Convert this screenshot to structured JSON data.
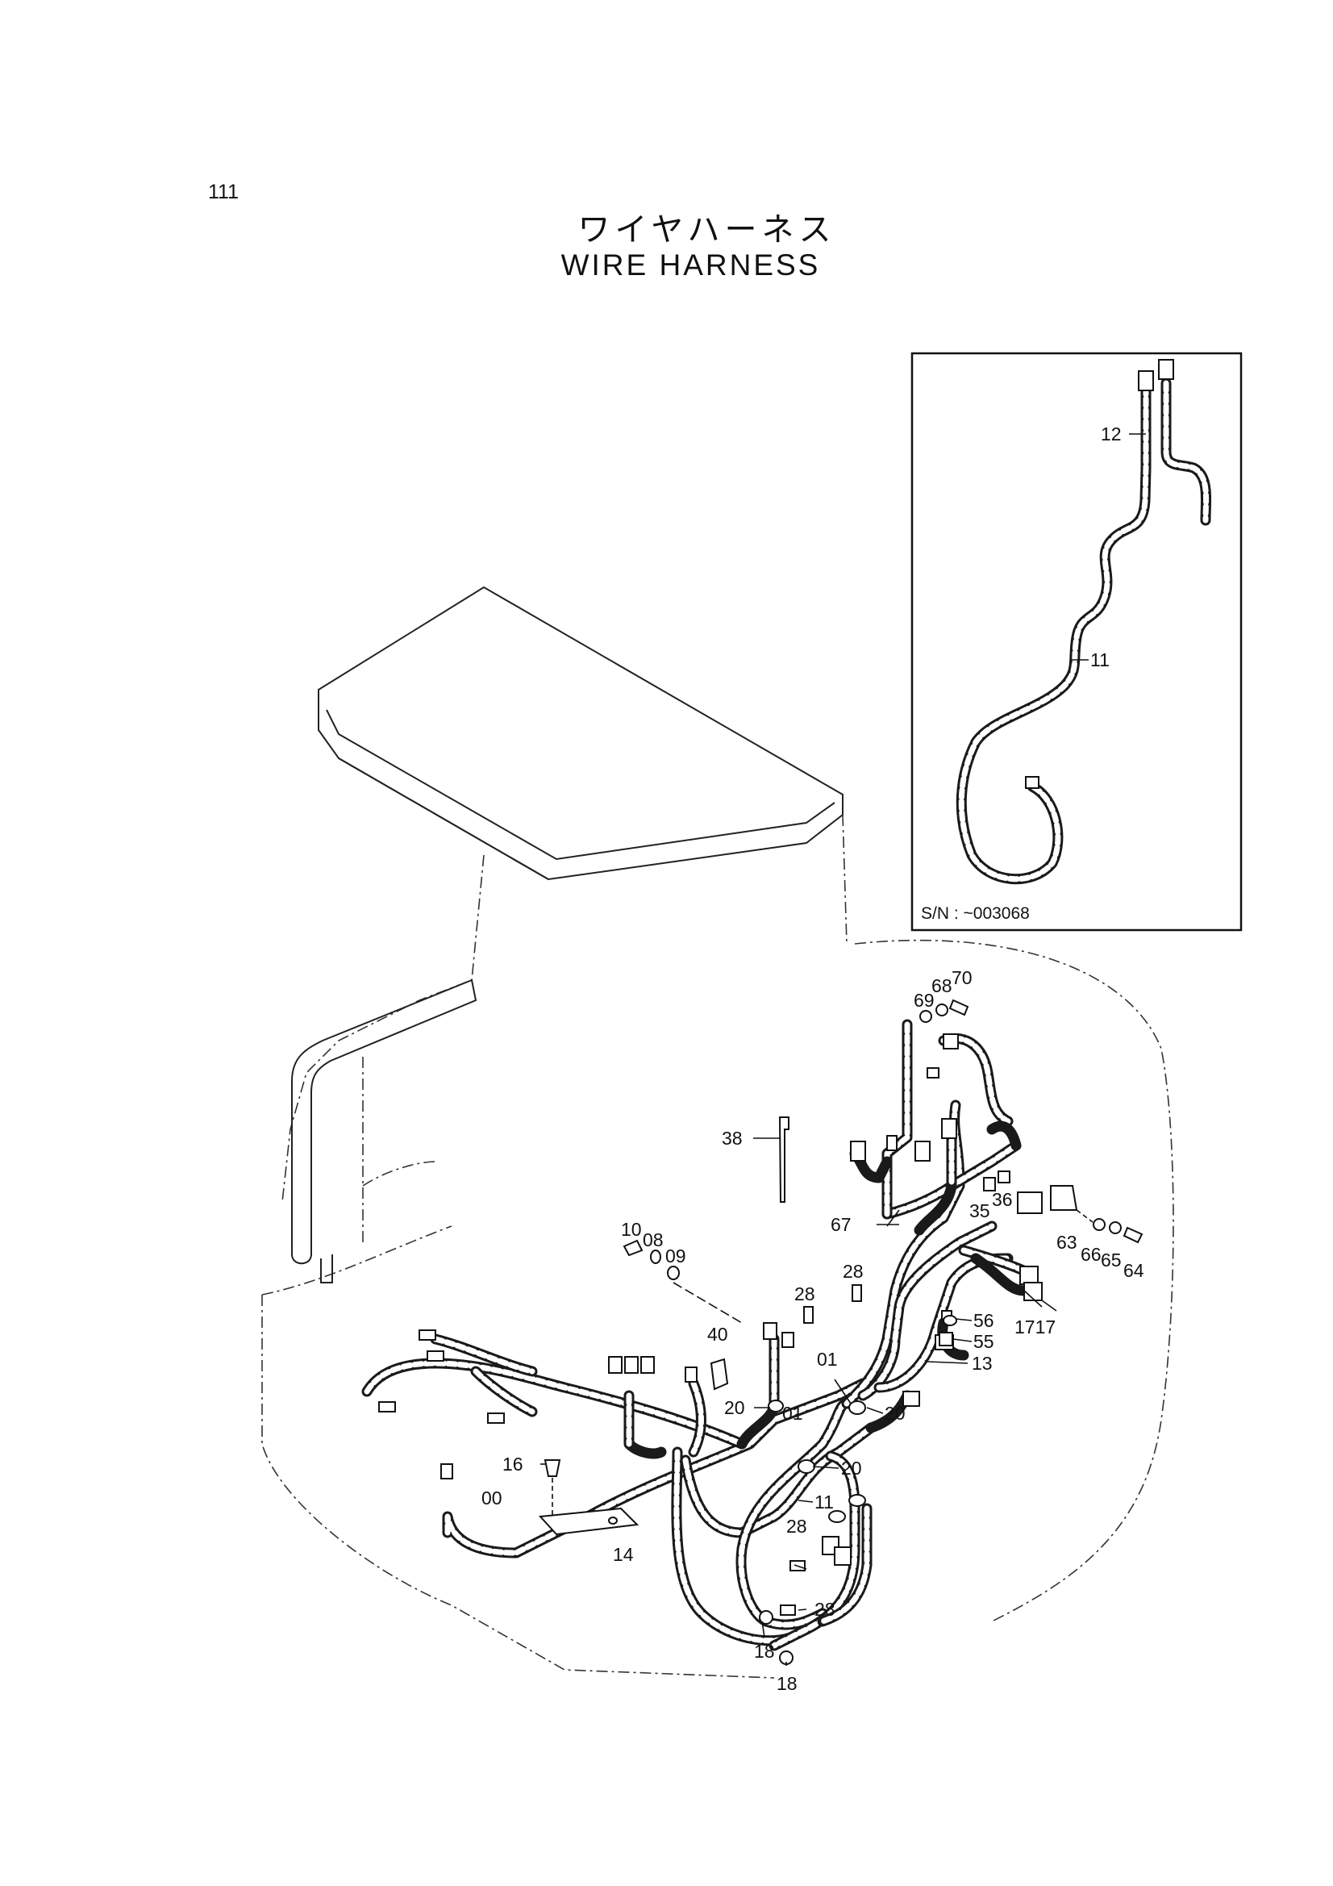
{
  "page_number": "111",
  "title_jp": "ワイヤハーネス",
  "title_en": "WIRE  HARNESS",
  "inset": {
    "serial_note": "S/N : ~003068",
    "labels": {
      "part_12": "12",
      "part_11": "11"
    }
  },
  "callouts": {
    "c70": "70",
    "c68": "68",
    "c69": "69",
    "c38": "38",
    "c10": "10",
    "c08": "08",
    "c09": "09",
    "c35": "35",
    "c36": "36",
    "c67": "67",
    "c63": "63",
    "c66": "66",
    "c65": "65",
    "c64": "64",
    "c28a": "28",
    "c28b": "28",
    "c28c": "28",
    "c28d": "28",
    "c56": "56",
    "c55": "55",
    "c13": "13",
    "c1717": "1717",
    "c40": "40",
    "c01a": "01",
    "c01b": "01",
    "c20a": "20",
    "c20b": "20",
    "c20c": "20",
    "c16": "16",
    "c11": "11",
    "c00": "00",
    "c14": "14",
    "c18a": "18",
    "c18b": "18"
  }
}
